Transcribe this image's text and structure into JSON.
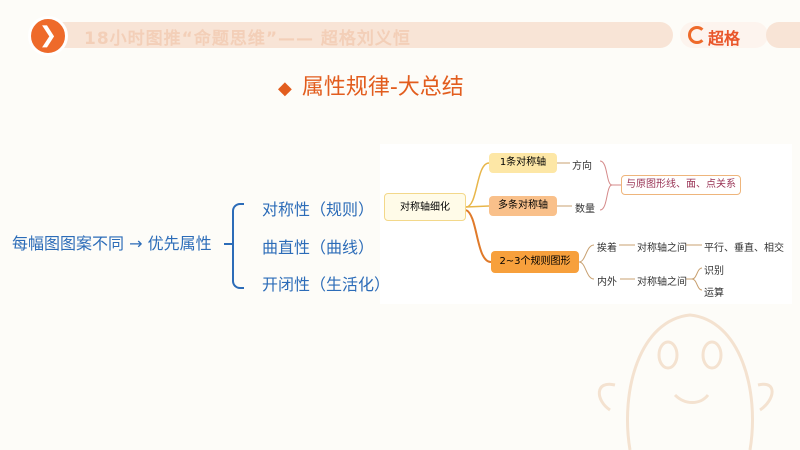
{
  "header": {
    "title": "18小时图推“命题思维”—— 超格刘义恒",
    "logo_text": "超格",
    "badge_glyph": "❯"
  },
  "section": {
    "bullet": "◆",
    "title": "属性规律-大总结"
  },
  "summary": {
    "main": "每幅图图案不同 → 优先属性",
    "properties": [
      "对称性（规则）",
      "曲直性（曲线）",
      "开闭性（生活化）"
    ]
  },
  "mindmap": {
    "root": "对称轴细化",
    "single_axis": "1条对称轴",
    "direction": "方向",
    "multi_axis": "多条对称轴",
    "count": "数量",
    "relation": "与原图形线、面、点关系",
    "regular_shapes": "2~3个规则图形",
    "adjacent": "挨着",
    "between_axis_1": "对称轴之间",
    "parallel": "平行、垂直、相交",
    "inside_outside": "内外",
    "between_axis_2": "对称轴之间",
    "identify": "识别",
    "operate": "运算"
  },
  "colors": {
    "accent": "#ee6a2a",
    "title": "#e25d1e",
    "body_text": "#2c6cb8",
    "header_bar": "#f8e4d6"
  }
}
